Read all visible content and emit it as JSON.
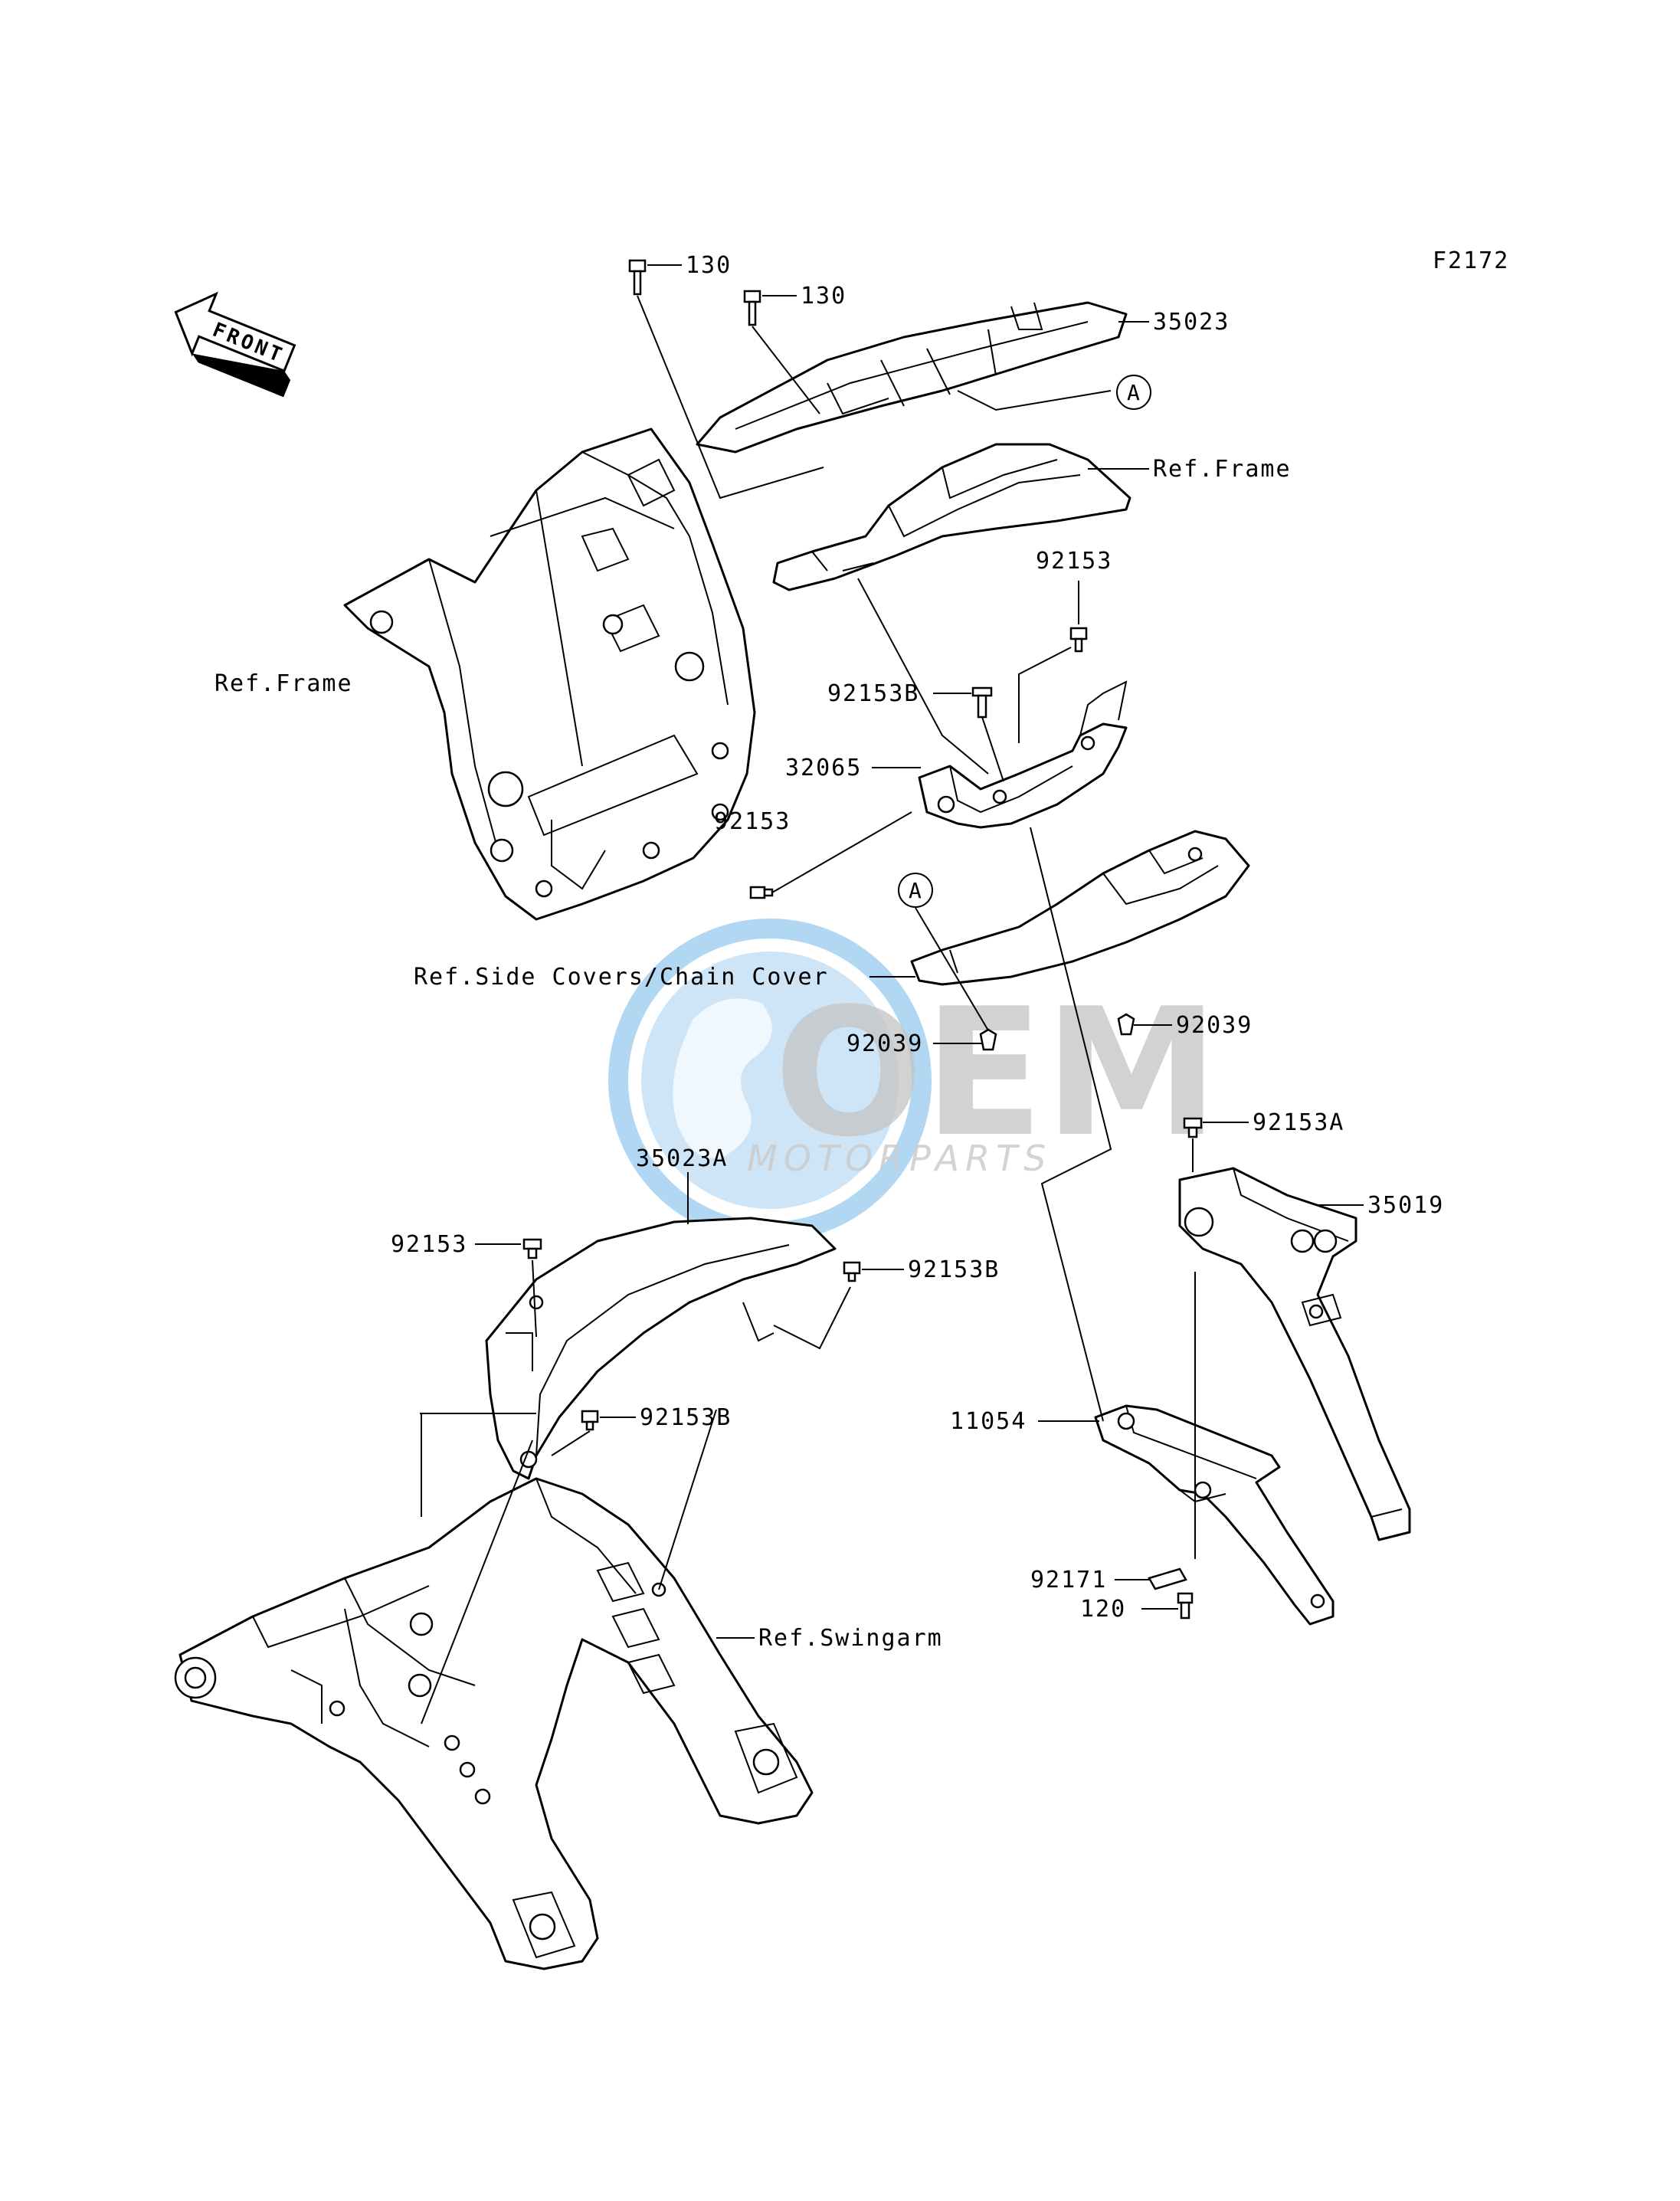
{
  "diagram_code": "F2172",
  "front_arrow_label": "FRONT",
  "callout_a": "A",
  "watermark": {
    "brand": "OEM",
    "subtitle": "MOTORPARTS",
    "colors": {
      "globe": "#5aa9e6",
      "letters": "#b9b9b9",
      "sub": "#c2c2c2"
    }
  },
  "labels": {
    "bolt_130_upper": "130",
    "bolt_130_lower": "130",
    "part_35023": "35023",
    "ref_frame_upper": "Ref.Frame",
    "ref_frame_left": "Ref.Frame",
    "bolt_92153_right": "92153",
    "bolt_92153b_mid": "92153B",
    "part_32065": "32065",
    "bolt_92153_left": "92153",
    "ref_side_covers": "Ref.Side Covers/Chain Cover",
    "clip_92039_left": "92039",
    "clip_92039_right": "92039",
    "bolt_92153a": "92153A",
    "part_35019": "35019",
    "part_35023a": "35023A",
    "bolt_92153_fender": "92153",
    "bolt_92153b_fender_right": "92153B",
    "bolt_92153b_fender_low": "92153B",
    "part_11054": "11054",
    "ref_swingarm": "Ref.Swingarm",
    "part_92171": "92171",
    "bolt_120": "120"
  },
  "colors": {
    "line": "#000000",
    "background": "#ffffff"
  }
}
